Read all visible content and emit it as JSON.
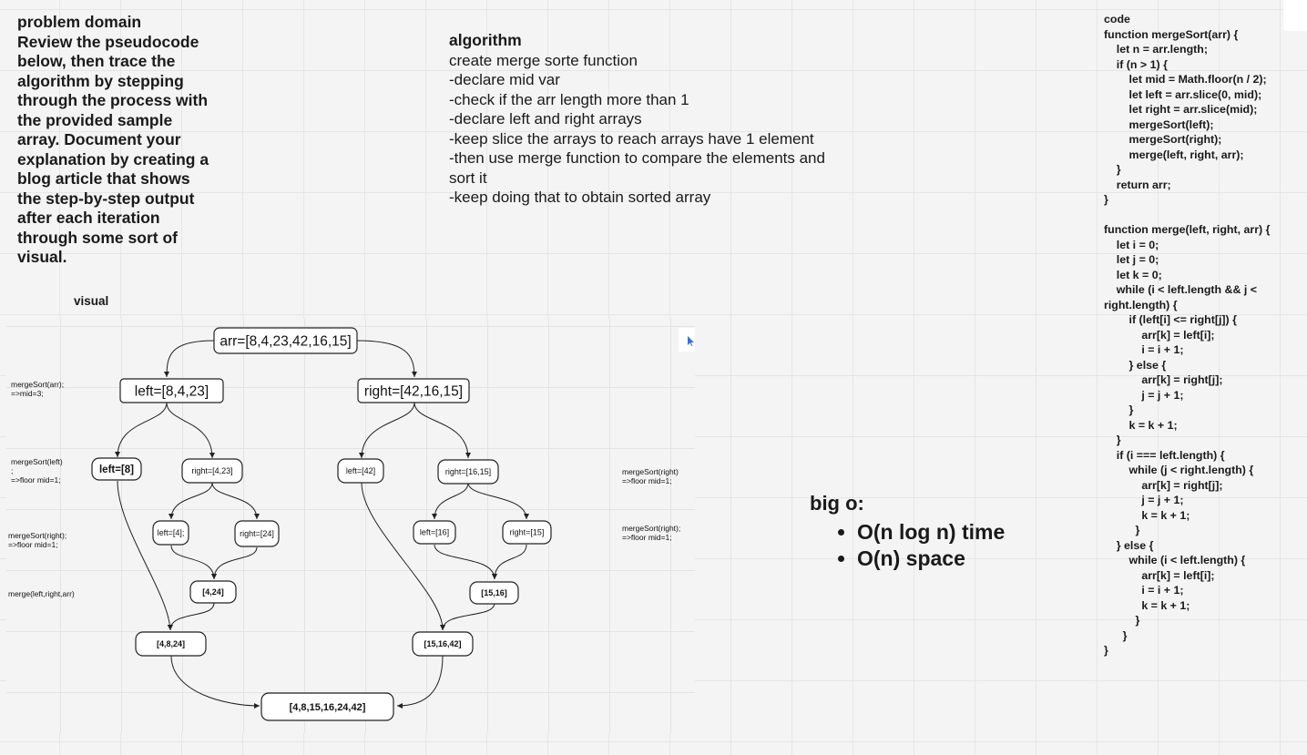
{
  "problem": {
    "lines": [
      "problem domain",
      "Review the pseudocode",
      "below, then trace the",
      "algorithm by stepping",
      "through the process with",
      "the provided sample",
      "array. Document your",
      "explanation by creating a",
      "blog article that shows",
      "the step-by-step output",
      "after each iteration",
      "through some sort of",
      "visual."
    ]
  },
  "algorithm": {
    "title": "algorithm",
    "lines": [
      "create merge sorte function",
      "-declare mid  var",
      "-check if the arr length more than 1",
      "-declare left and right arrays",
      "-keep slice the arrays to reach arrays have 1 element",
      "-then use merge function to compare the elements and",
      "sort it",
      "-keep doing that to obtain sorted array"
    ]
  },
  "visual_label": "visual",
  "big_o": {
    "title": "big o:",
    "items": [
      "O(n log n) time",
      "O(n) space"
    ]
  },
  "code": {
    "lines": [
      "code",
      "function mergeSort(arr) {",
      "    let n = arr.length;",
      "    if (n > 1) {",
      "        let mid = Math.floor(n / 2);",
      "        let left = arr.slice(0, mid);",
      "        let right = arr.slice(mid);",
      "        mergeSort(left);",
      "        mergeSort(right);",
      "        merge(left, right, arr);",
      "    }",
      "    return arr;",
      "}",
      "",
      "function merge(left, right, arr) {",
      "    let i = 0;",
      "    let j = 0;",
      "    let k = 0;",
      "    while (i < left.length && j <",
      "right.length) {",
      "        if (left[i] <= right[j]) {",
      "            arr[k] = left[i];",
      "            i = i + 1;",
      "        } else {",
      "            arr[k] = right[j];",
      "            j = j + 1;",
      "        }",
      "        k = k + 1;",
      "    }",
      "    if (i === left.length) {",
      "        while (j < right.length) {",
      "            arr[k] = right[j];",
      "            j = j + 1;",
      "            k = k + 1;",
      "          }",
      "    } else {",
      "        while (i < left.length) {",
      "            arr[k] = left[i];",
      "            i = i + 1;",
      "            k = k + 1;",
      "          }",
      "      }",
      "}"
    ]
  },
  "diagram": {
    "nodes": {
      "root": "arr=[8,4,23,42,16,15]",
      "left": "left=[8,4,23]",
      "right": "right=[42,16,15]",
      "l8": "left=[8]",
      "r423": "right=[4,23]",
      "l42": "left=[42]",
      "r1615": "right=[16,15]",
      "l4": "left=[4];",
      "r24": "right=[24]",
      "l16": "left=[16]",
      "r15": "right=[15]",
      "m424": "[4,24]",
      "m1516": "[15,16]",
      "m4824": "[4,8,24]",
      "m151642": "[15,16,42]",
      "final": "[4,8,15,16,24,42]"
    },
    "notes": {
      "n1a": "mergeSort(arr);",
      "n1b": "=>mid=3;",
      "n2a": "mergeSort(left)",
      "n2b": ";",
      "n2c": "=>floor mid=1;",
      "n3a": "mergeSort(right);",
      "n3b": "=>floor mid=1;",
      "n4": "merge(left,right,arr)",
      "n5a": "mergeSort(right)",
      "n5b": "=>floor mid=1;",
      "n6a": "mergeSort(right);",
      "n6b": "=>floor mid=1;"
    }
  }
}
